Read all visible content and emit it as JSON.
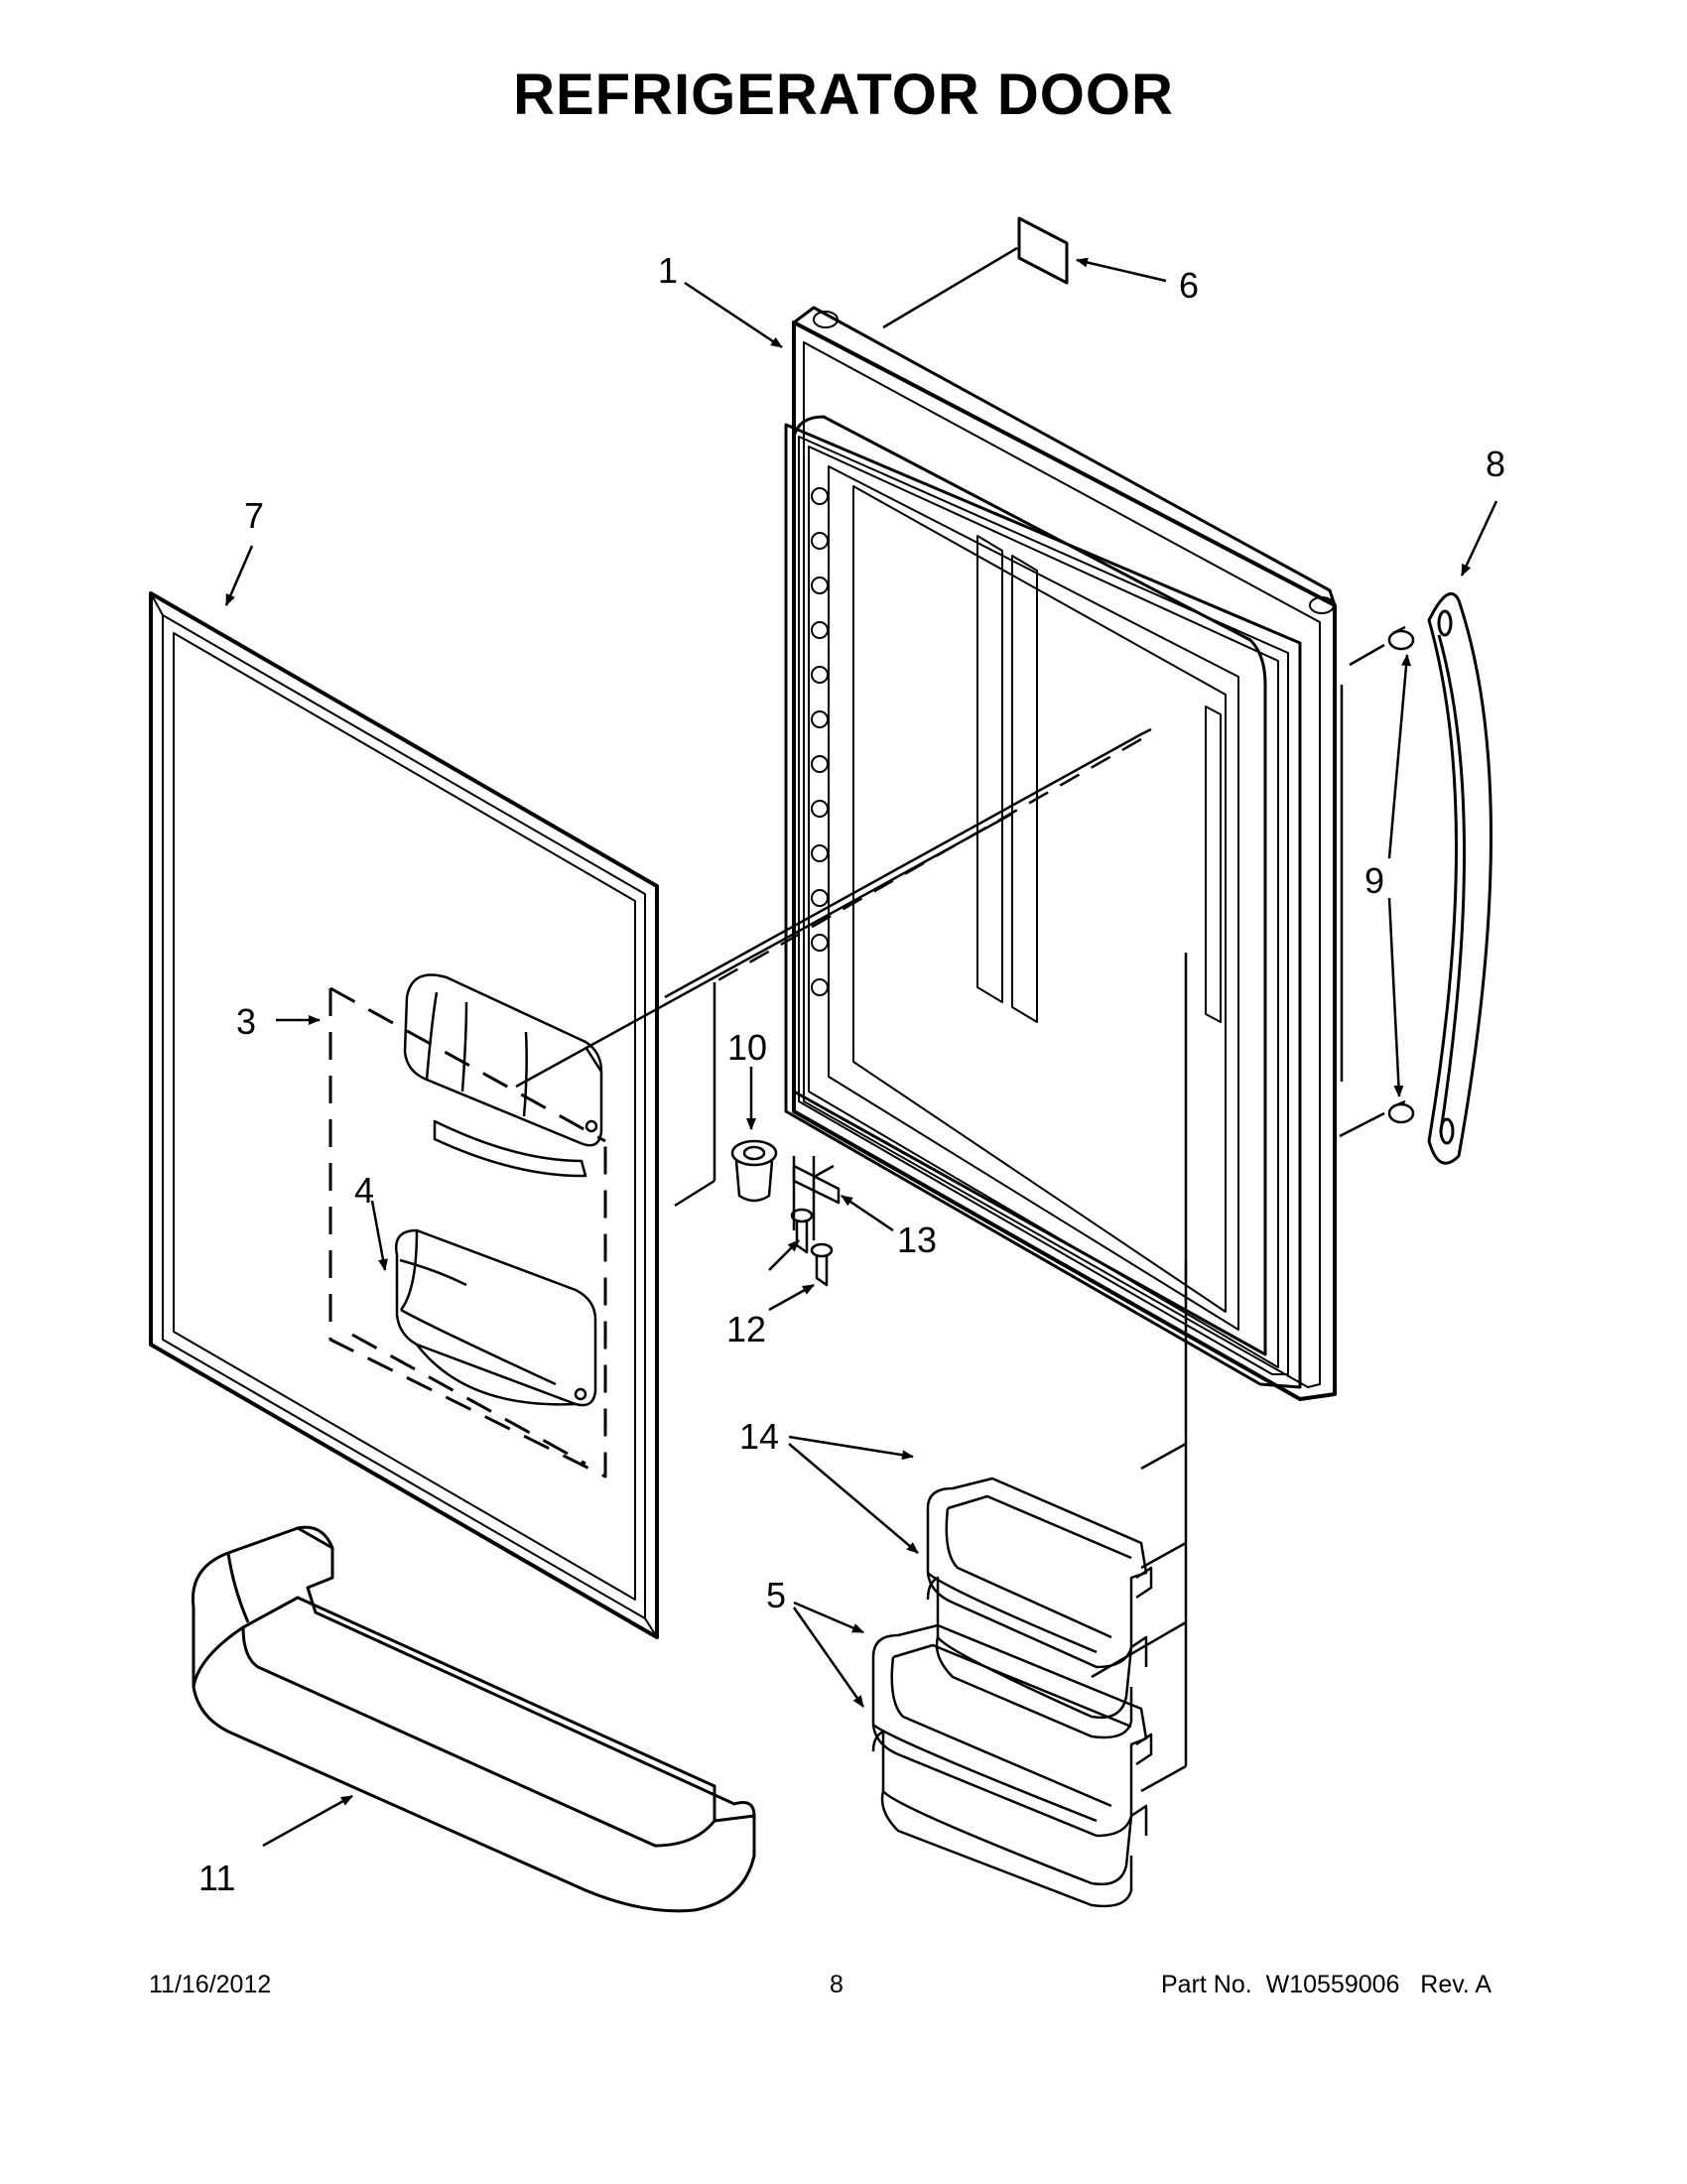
{
  "title": "REFRIGERATOR DOOR",
  "callouts": [
    "1",
    "3",
    "4",
    "5",
    "6",
    "7",
    "8",
    "9",
    "10",
    "11",
    "12",
    "13",
    "14"
  ],
  "footer": {
    "date": "11/16/2012",
    "page": "8",
    "part_label": "Part No.",
    "part_number": "W10559006",
    "rev": "Rev. A"
  }
}
